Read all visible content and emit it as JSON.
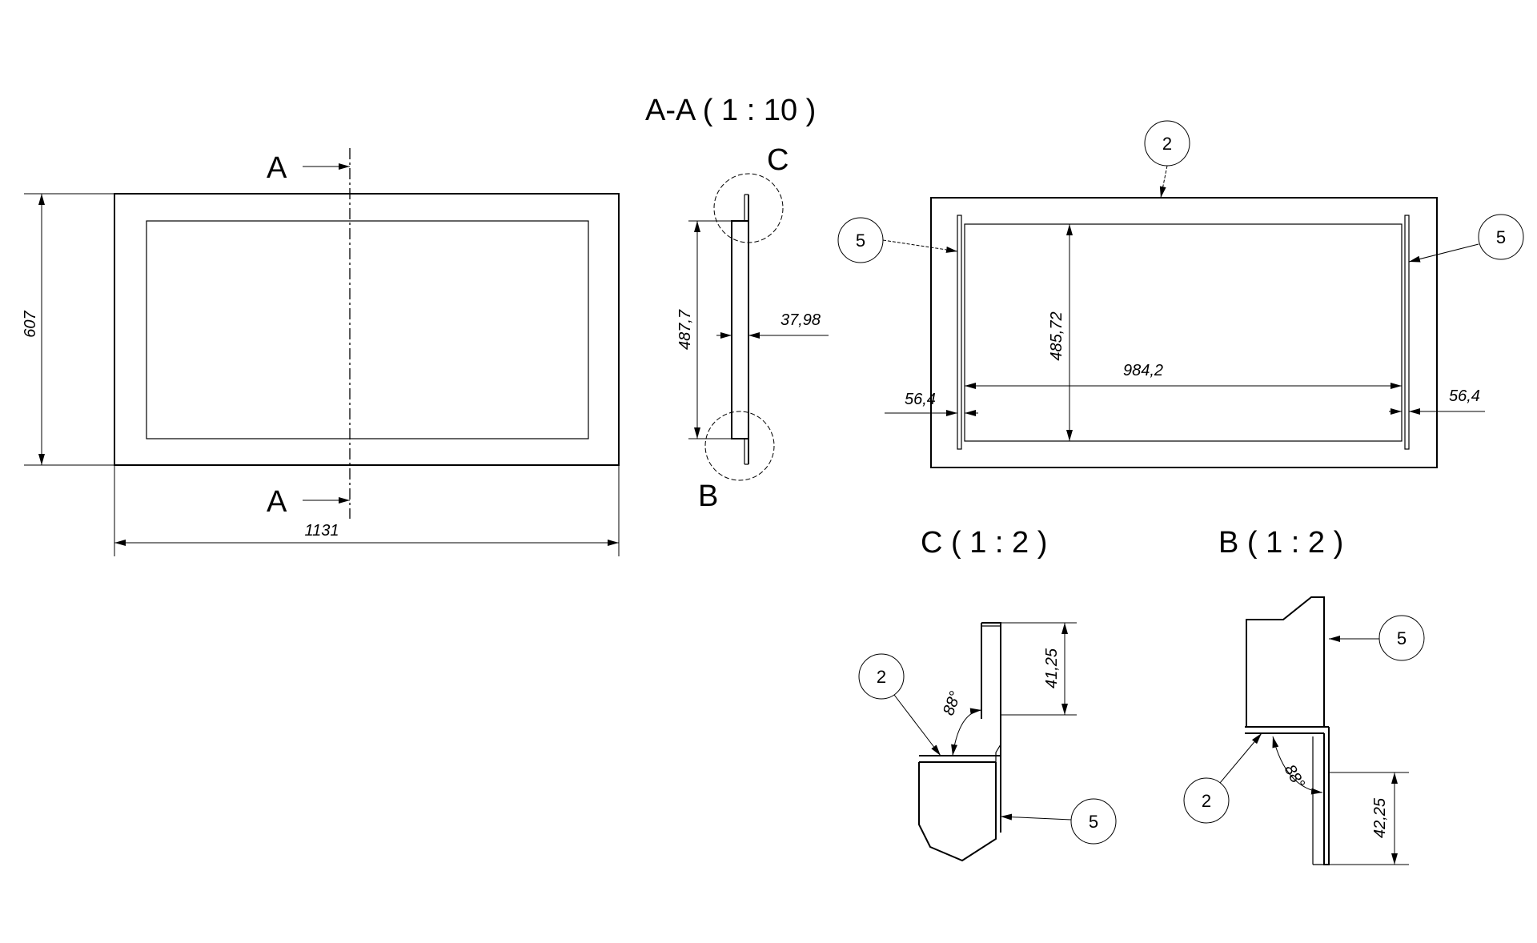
{
  "views": {
    "section_aa": "A-A ( 1 : 10 )",
    "detail_c": "C ( 1 : 2 )",
    "detail_b": "B ( 1 : 2 )"
  },
  "markers": {
    "section_top": "A",
    "section_bottom": "A",
    "detail_c": "C",
    "detail_b": "B"
  },
  "dimensions": {
    "overall_height": "607",
    "overall_width": "1131",
    "section_height": "487,7",
    "section_thickness": "37,98",
    "inner_height": "485,72",
    "inner_width": "984,2",
    "offset_left": "56,4",
    "offset_right": "56,4",
    "detail_c_length": "41,25",
    "detail_c_angle": "88°",
    "detail_b_length": "42,25",
    "detail_b_angle": "88°"
  },
  "balloons": {
    "front_top": "2",
    "front_left": "5",
    "front_right": "5",
    "detail_c_part_a": "2",
    "detail_c_part_b": "5",
    "detail_b_part_a": "5",
    "detail_b_part_b": "2"
  }
}
